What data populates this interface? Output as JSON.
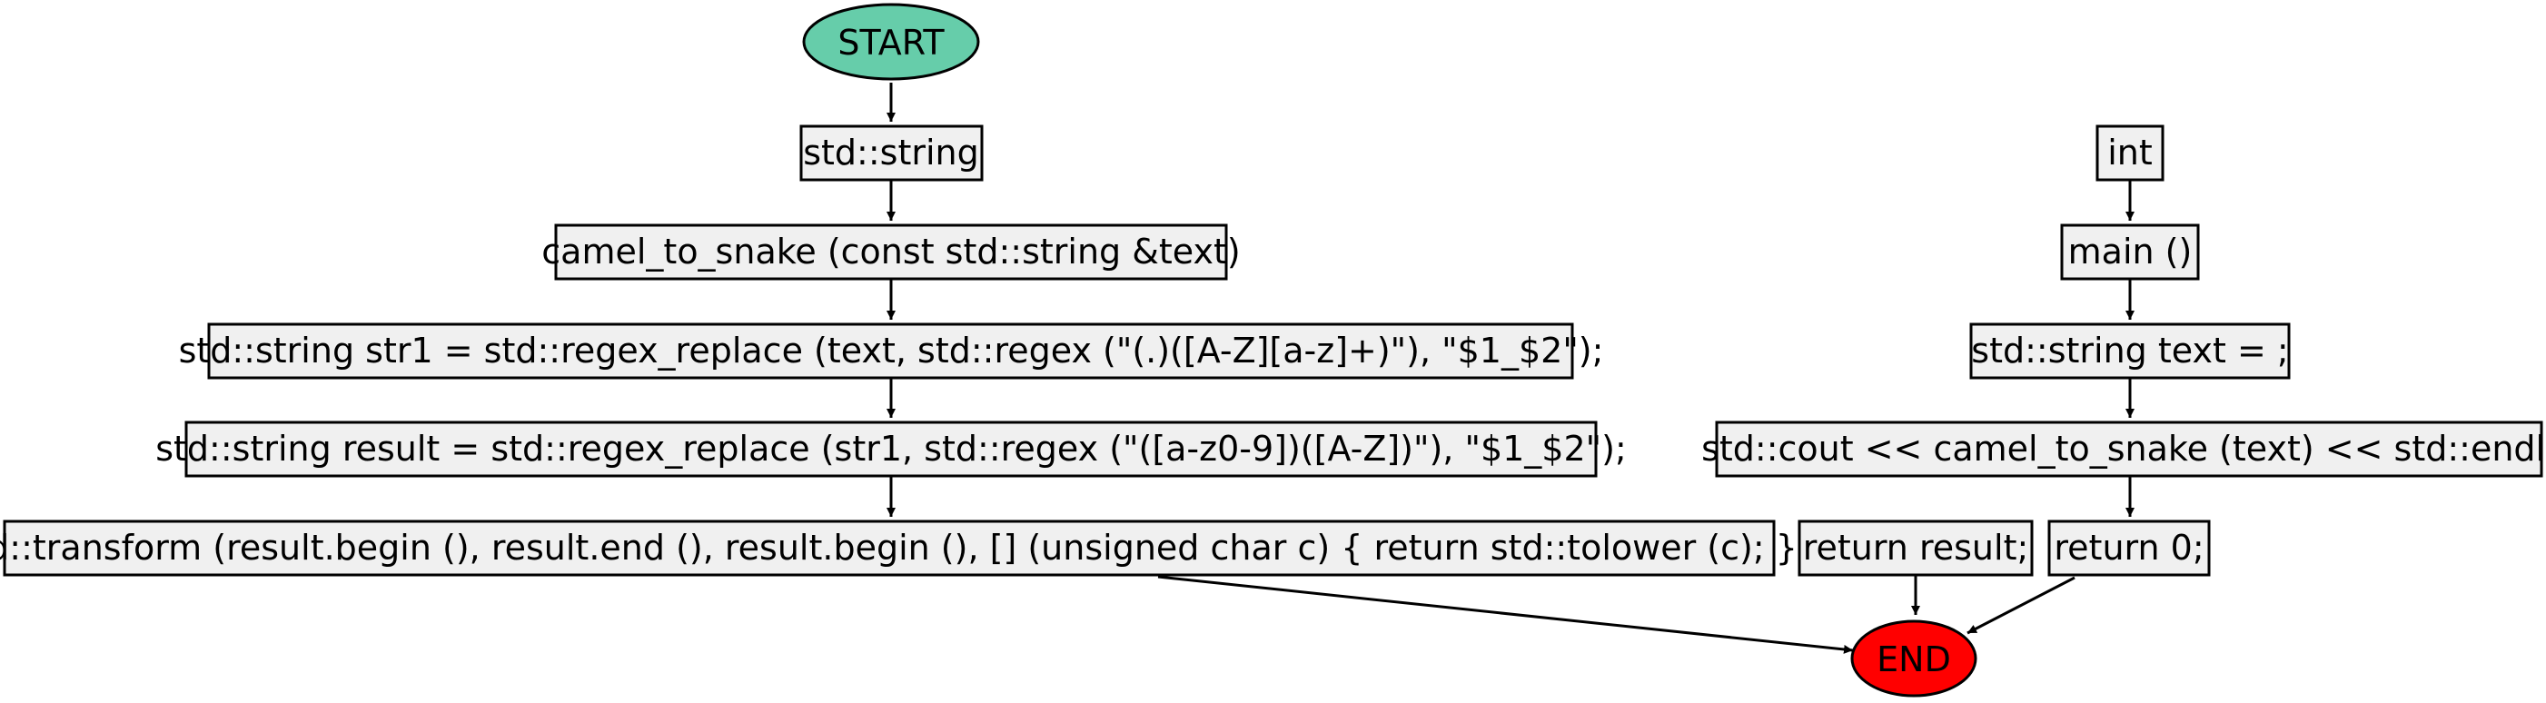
{
  "colors": {
    "start_fill": "#66cdaa",
    "end_fill": "#ff0000",
    "box_fill": "#f0f0f0",
    "stroke": "#000000",
    "background": "#ffffff"
  },
  "nodes": {
    "start": "START",
    "end": "END",
    "n1": "std::string",
    "n2": "camel_to_snake (const std::string &text)",
    "n3": "std::string str1 = std::regex_replace (text, std::regex (\"(.)([A-Z][a-z]+)\"), \"$1_$2\");",
    "n4": "std::string result = std::regex_replace (str1, std::regex (\"([a-z0-9])([A-Z])\"), \"$1_$2\");",
    "n5": "std::transform (result.begin (), result.end (), result.begin (), [] (unsigned char c) { return std::tolower (c); });",
    "n6": "return result;",
    "m1": "int",
    "m2": "main ()",
    "m3": "std::string text = ;",
    "m4": "std::cout << camel_to_snake (text) << std::endl;",
    "m5": "return 0;"
  }
}
